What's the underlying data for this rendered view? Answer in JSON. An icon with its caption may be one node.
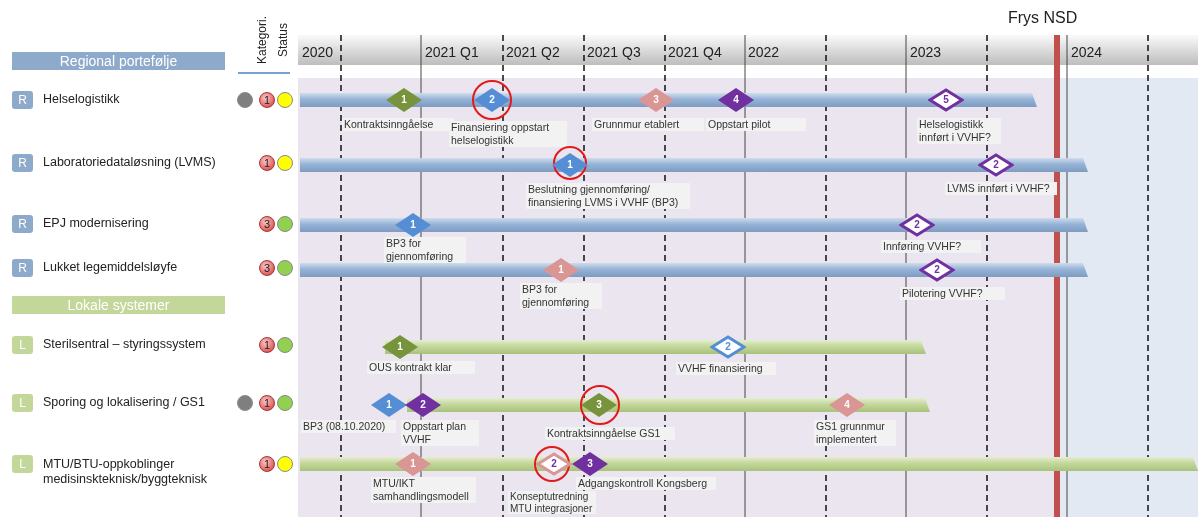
{
  "diagram": {
    "nodes": [
      {
        "text": [
          "Regional portefølje"
        ]
      },
      {
        "text": [
          "R"
        ]
      },
      {
        "text": [],
        "shape": "circle"
      },
      {
        "text": [
          "1"
        ]
      },
      {
        "text": [],
        "shape": "circle"
      },
      {
        "text": [],
        "shape": "bar"
      },
      {
        "text": [
          "1"
        ],
        "beside": [
          "Kontraktsinngåelse"
        ]
      },
      {
        "text": [],
        "shape": "circle"
      },
      {
        "text": [
          "2"
        ],
        "beside": [
          "Finansiering oppstart helselogistikk"
        ],
        "in": 7
      },
      {
        "text": [
          "3"
        ],
        "beside": [
          "Grunnmur etablert"
        ]
      },
      {
        "text": [
          "4"
        ],
        "beside": [
          "Oppstart pilot"
        ]
      },
      {
        "text": [
          "5"
        ],
        "beside": [
          "Helselogistikk innført i VVHF?"
        ]
      },
      {
        "text": [
          "R"
        ]
      },
      {
        "text": [
          "1"
        ]
      },
      {
        "text": [],
        "shape": "circle"
      },
      {
        "text": [],
        "shape": "bar"
      },
      {
        "text": [],
        "shape": "circle"
      },
      {
        "text": [
          "1"
        ],
        "beside": [
          "Beslutning gjennomføring/ finansiering LVMS i VVHF (BP3)"
        ],
        "in": 16
      },
      {
        "text": [
          "2"
        ],
        "beside": [
          "LVMS innført i VVHF?"
        ]
      },
      {
        "text": [
          "R"
        ]
      },
      {
        "text": [
          "3"
        ]
      },
      {
        "text": [],
        "shape": "circle"
      },
      {
        "text": [],
        "shape": "bar"
      },
      {
        "text": [
          "1"
        ],
        "beside": [
          "BP3 for gjennomføring"
        ]
      },
      {
        "text": [
          "2"
        ],
        "beside": [
          "Innføring VVHF?"
        ]
      },
      {
        "text": [
          "R"
        ]
      },
      {
        "text": [
          "3"
        ]
      },
      {
        "text": [],
        "shape": "circle"
      },
      {
        "text": [],
        "shape": "bar"
      },
      {
        "text": [
          "1"
        ],
        "beside": [
          "BP3 for gjennomføring"
        ]
      },
      {
        "text": [
          "2"
        ],
        "beside": [
          "Pilotering VVHF?"
        ]
      },
      {
        "text": [
          "Lokale systemer"
        ]
      },
      {
        "text": [
          "L"
        ]
      },
      {
        "text": [
          "1"
        ]
      },
      {
        "text": [],
        "shape": "circle"
      },
      {
        "text": [],
        "shape": "bar"
      },
      {
        "text": [
          "1"
        ],
        "beside": [
          "OUS kontrakt klar"
        ]
      },
      {
        "text": [
          "2"
        ],
        "beside": [
          "VVHF finansiering"
        ]
      },
      {
        "text": [
          "L"
        ]
      },
      {
        "text": [],
        "shape": "circle"
      },
      {
        "text": [
          "1"
        ]
      },
      {
        "text": [],
        "shape": "circle"
      },
      {
        "text": [],
        "shape": "bar"
      },
      {
        "text": [
          "1"
        ],
        "beside": [
          "BP3 (08.10.2020)"
        ]
      },
      {
        "text": [
          "2"
        ],
        "beside": [
          "Oppstart plan VVHF"
        ]
      },
      {
        "text": [],
        "shape": "circle"
      },
      {
        "text": [
          "3"
        ],
        "beside": [
          "Kontraktsinngåelse GS1"
        ],
        "in": 45
      },
      {
        "text": [
          "4"
        ],
        "beside": [
          "GS1 grunnmur implementert"
        ]
      },
      {
        "text": [
          "L"
        ]
      },
      {
        "text": [
          "1"
        ]
      },
      {
        "text": [],
        "shape": "circle"
      },
      {
        "text": [],
        "shape": "bar"
      },
      {
        "text": [
          "1"
        ],
        "beside": [
          "MTU/IKT samhandlingsmodell"
        ]
      },
      {
        "text": [],
        "shape": "circle"
      },
      {
        "text": [
          "2"
        ],
        "beside": [
          "Konseptutredning MTU integrasjoner"
        ],
        "in": 53
      },
      {
        "text": [
          "3"
        ],
        "beside": [
          "Adgangskontroll Kongsberg"
        ]
      }
    ],
    "labels": [
      "Kategori.",
      "Status",
      "Frys NSD",
      "2020",
      "2021 Q1",
      "2021 Q2",
      "2021 Q3",
      "2021 Q4",
      "2022",
      "2023",
      "2024",
      "Helselogistikk",
      "Laboratoriedataløsning (LVMS)",
      "EPJ modernisering",
      "Lukket legemiddelsløyfe",
      "Sterilsentral – styringssystem",
      "Sporing og lokalisering / GS1",
      "MTU/BTU-oppkoblinger medisinskteknisk/byggteknisk"
    ]
  }
}
